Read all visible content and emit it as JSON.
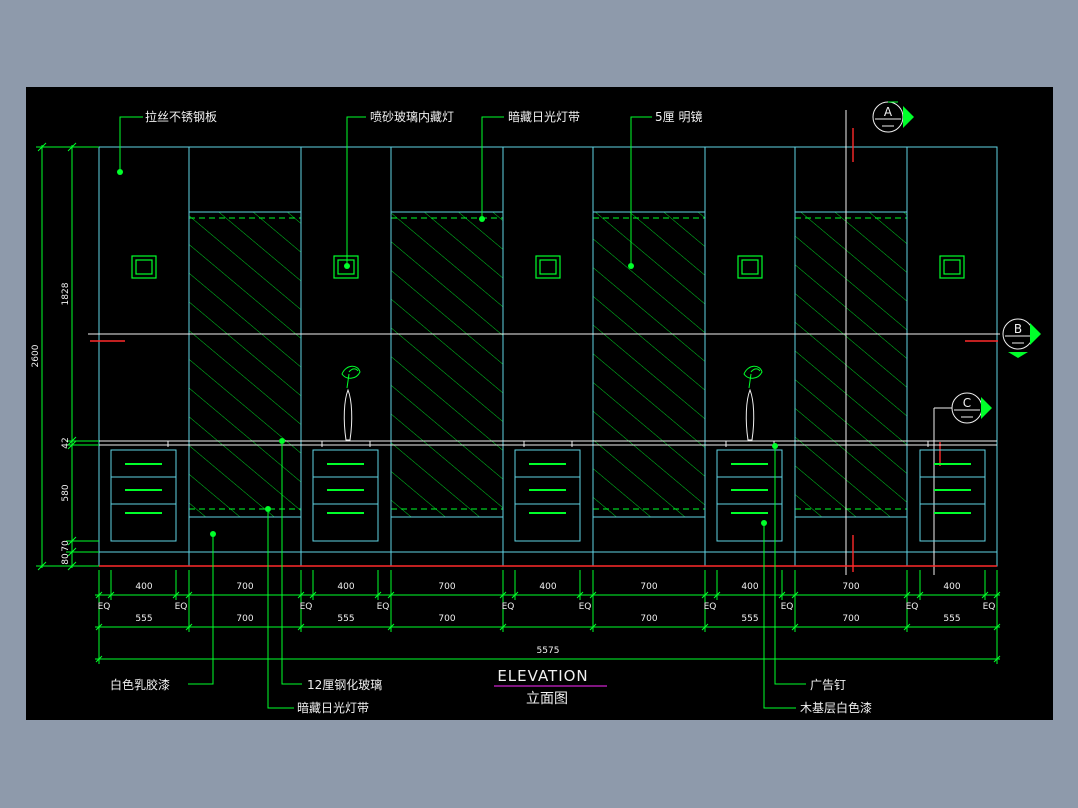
{
  "drawing": {
    "title": "ELEVATION",
    "subtitle": "立面图",
    "section_markers": [
      "A",
      "B",
      "C"
    ],
    "callouts": {
      "brushed_steel": "拉丝不锈钢板",
      "sandblast_glass_light": "喷砂玻璃内藏灯",
      "hidden_light_top": "暗藏日光灯带",
      "mirror_5mm": "5厘 明镜",
      "latex_paint": "白色乳胶漆",
      "tempered_glass": "12厘钢化玻璃",
      "hidden_light_bottom": "暗藏日光灯带",
      "ad_nail": "广告钉",
      "wood_base_paint": "木基层白色漆"
    },
    "dims_vertical": {
      "total": "2600",
      "upper": "1828",
      "counter": "42",
      "cabinet": "580",
      "gap": "70",
      "base": "80"
    },
    "dims_row1": [
      "400",
      "700",
      "400",
      "700",
      "400",
      "700",
      "400",
      "700",
      "400"
    ],
    "dims_eq": [
      "EQ",
      "EQ",
      "EQ",
      "EQ",
      "EQ",
      "EQ",
      "EQ",
      "EQ",
      "EQ",
      "EQ"
    ],
    "dims_row2": [
      "555",
      "700",
      "555",
      "700",
      "700",
      "555",
      "700",
      "555"
    ],
    "dims_total": "5575",
    "colors": {
      "background": "#000000",
      "frame": "#8e9aab",
      "cyan": "#5fd3e3",
      "green": "#00ff2a",
      "white": "#f0f0f0",
      "red": "#ff2a2a",
      "magenta": "#ff2aff"
    }
  }
}
